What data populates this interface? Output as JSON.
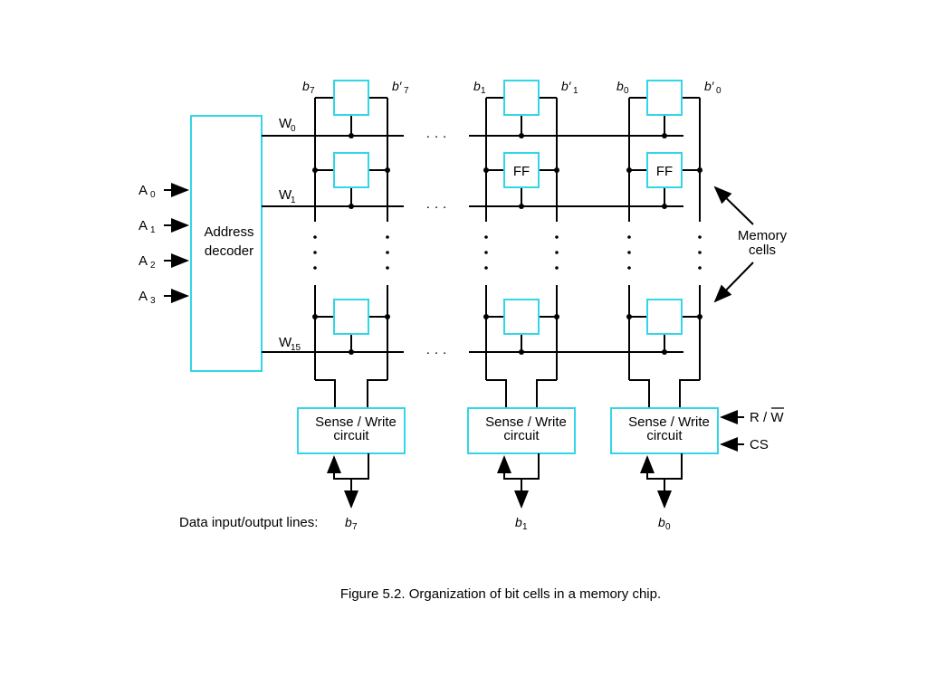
{
  "decoder": {
    "line1": "Address",
    "line2": "decoder"
  },
  "address_inputs": [
    "A",
    "A",
    "A",
    "A"
  ],
  "address_subs": [
    "0",
    "1",
    "2",
    "3"
  ],
  "word_lines": [
    {
      "name": "W",
      "sub": "0"
    },
    {
      "name": "W",
      "sub": "1"
    },
    {
      "name": "W",
      "sub": "15"
    }
  ],
  "columns": [
    {
      "b": "b",
      "bsub": "7",
      "bp": "b′",
      "bpsub": "7",
      "out": "b",
      "outsub": "7"
    },
    {
      "b": "b",
      "bsub": "1",
      "bp": "b′",
      "bpsub": "1",
      "out": "b",
      "outsub": "1"
    },
    {
      "b": "b",
      "bsub": "0",
      "bp": "b′",
      "bpsub": "0",
      "out": "b",
      "outsub": "0"
    }
  ],
  "ff_label": "FF",
  "sense": {
    "line1": "Sense / Write",
    "line2": "circuit"
  },
  "memory_cells": {
    "line1": "Memory",
    "line2": "cells"
  },
  "control": {
    "rw": "R / W",
    "cs": "CS"
  },
  "io_label": "Data input/output lines:",
  "ellipsis": "· · ·",
  "caption": "Figure 5.2. Organization of bit cells in a memory chip."
}
